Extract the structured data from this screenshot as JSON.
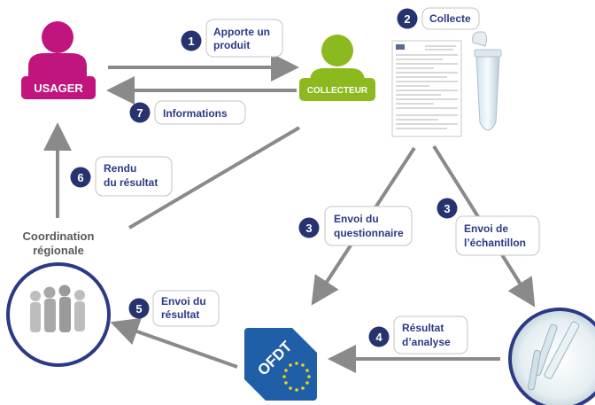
{
  "actors": {
    "usager": "USAGER",
    "collecteur": "COLLECTEUR",
    "coordination": [
      "Coordination",
      "régionale"
    ],
    "ofdt": "OFDT"
  },
  "steps": [
    {
      "number": "1",
      "lines": [
        "Apporte un",
        "produit"
      ]
    },
    {
      "number": "2",
      "lines": [
        "Collecte"
      ]
    },
    {
      "number": "3",
      "lines": [
        "Envoi du",
        "questionnaire"
      ]
    },
    {
      "number": "3",
      "lines": [
        "Envoi de",
        "l’échantillon"
      ]
    },
    {
      "number": "4",
      "lines": [
        "Résultat",
        "d’analyse"
      ]
    },
    {
      "number": "5",
      "lines": [
        "Envoi du",
        "résultat"
      ]
    },
    {
      "number": "6",
      "lines": [
        "Rendu",
        "du résultat"
      ]
    },
    {
      "number": "7",
      "lines": [
        "Informations"
      ]
    }
  ],
  "colors": {
    "usager": "#c0157e",
    "collecteur": "#8cba1e",
    "step_badge": "#27336e",
    "label_text": "#2b3a86",
    "arrow": "#8a8a8a",
    "ofdt": "#1f5fa8"
  }
}
